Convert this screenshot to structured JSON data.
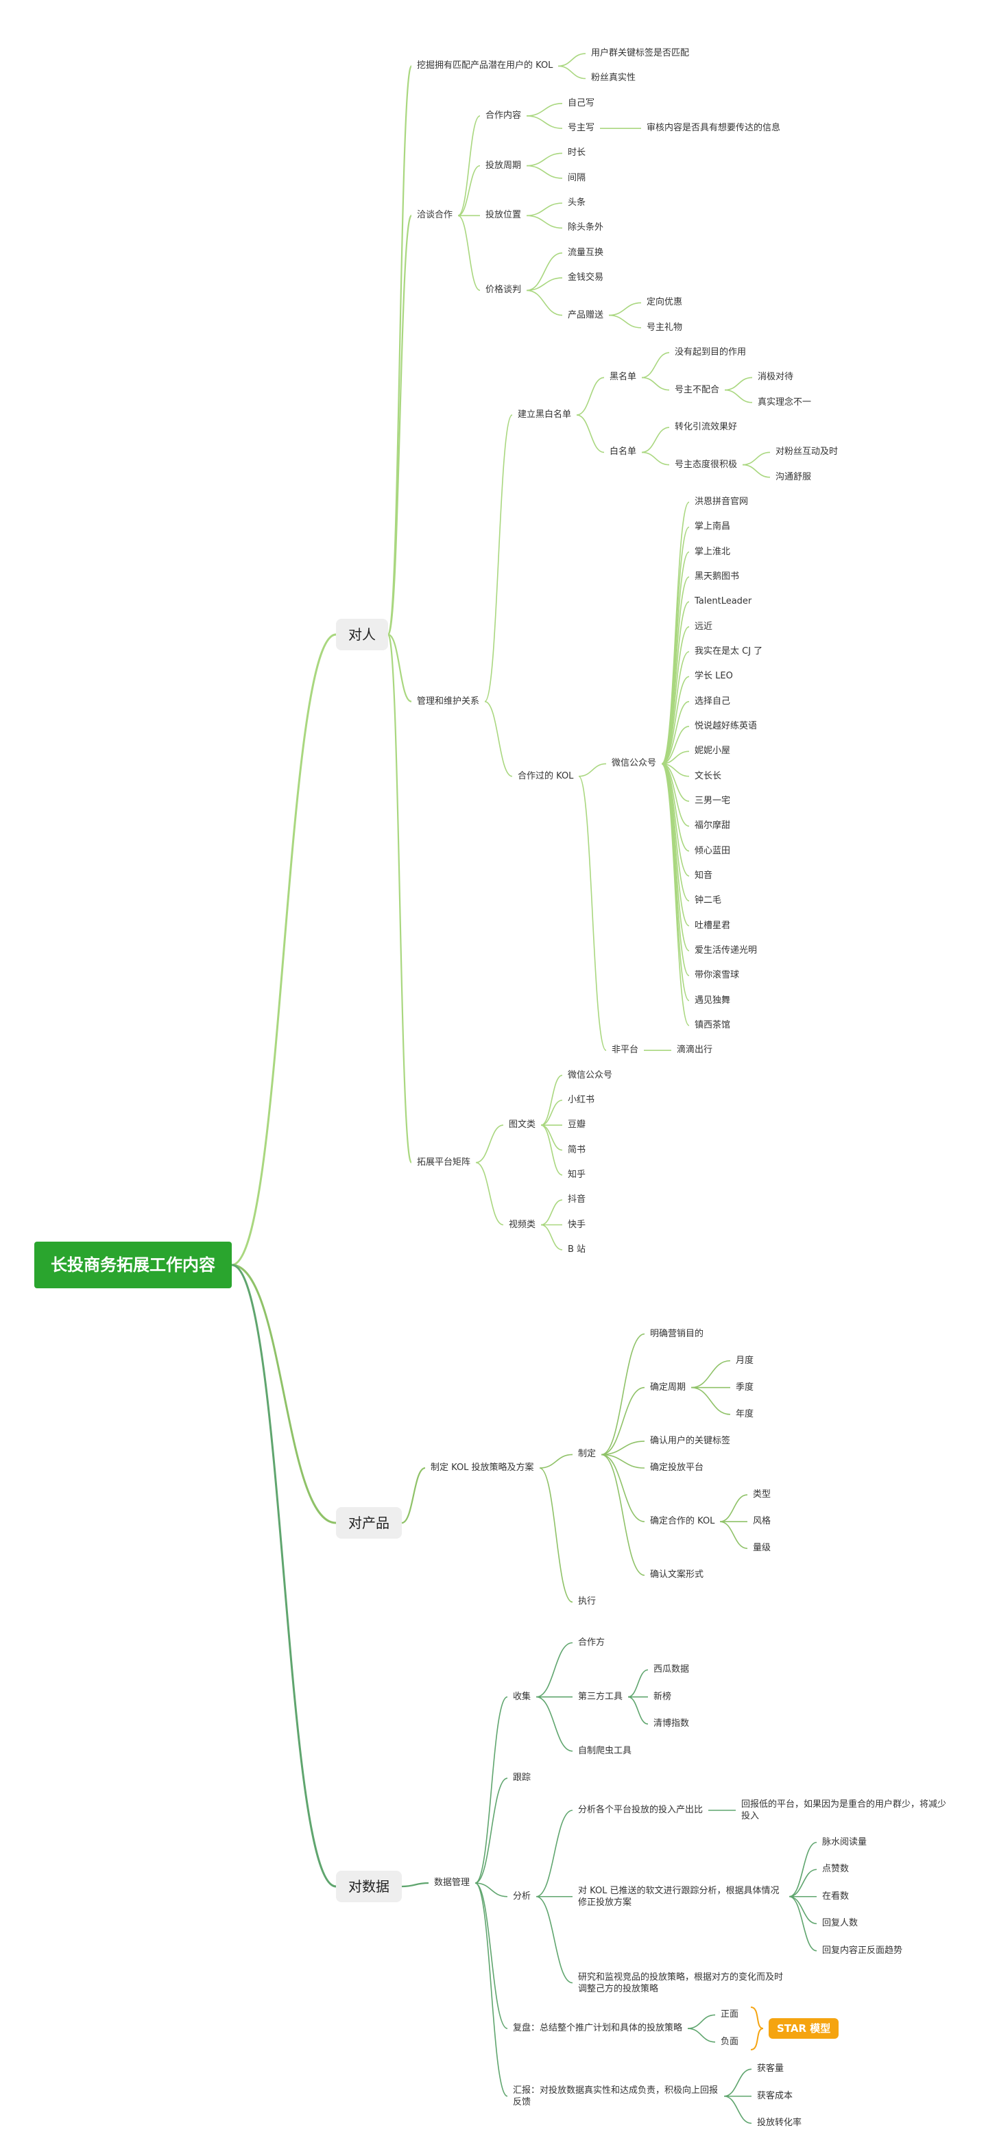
{
  "root": "长投商务拓展工作内容",
  "branches": [
    {
      "label": "对人",
      "children": [
        {
          "label": "挖掘拥有匹配产品潜在用户的 KOL",
          "children": [
            {
              "label": "用户群关键标签是否匹配"
            },
            {
              "label": "粉丝真实性"
            }
          ]
        },
        {
          "label": "洽谈合作",
          "children": [
            {
              "label": "合作内容",
              "children": [
                {
                  "label": "自己写"
                },
                {
                  "label": "号主写",
                  "children": [
                    {
                      "label": "审核内容是否具有想要传达的信息"
                    }
                  ]
                }
              ]
            },
            {
              "label": "投放周期",
              "children": [
                {
                  "label": "时长"
                },
                {
                  "label": "间隔"
                }
              ]
            },
            {
              "label": "投放位置",
              "children": [
                {
                  "label": "头条"
                },
                {
                  "label": "除头条外"
                }
              ]
            },
            {
              "label": "价格谈判",
              "children": [
                {
                  "label": "流量互换"
                },
                {
                  "label": "金钱交易"
                },
                {
                  "label": "产品赠送",
                  "children": [
                    {
                      "label": "定向优惠"
                    },
                    {
                      "label": "号主礼物"
                    }
                  ]
                }
              ]
            }
          ]
        },
        {
          "label": "管理和维护关系",
          "children": [
            {
              "label": "建立黑白名单",
              "children": [
                {
                  "label": "黑名单",
                  "children": [
                    {
                      "label": "没有起到目的作用"
                    },
                    {
                      "label": "号主不配合",
                      "children": [
                        {
                          "label": "消极对待"
                        },
                        {
                          "label": "真实理念不一"
                        }
                      ]
                    }
                  ]
                },
                {
                  "label": "白名单",
                  "children": [
                    {
                      "label": "转化引流效果好"
                    },
                    {
                      "label": "号主态度很积极",
                      "children": [
                        {
                          "label": "对粉丝互动及时"
                        },
                        {
                          "label": "沟通舒服"
                        }
                      ]
                    }
                  ]
                }
              ]
            },
            {
              "label": "合作过的 KOL",
              "children": [
                {
                  "label": "微信公众号",
                  "children": [
                    {
                      "label": "洪恩拼音官网"
                    },
                    {
                      "label": "掌上南昌"
                    },
                    {
                      "label": "掌上淮北"
                    },
                    {
                      "label": "黑天鹅图书"
                    },
                    {
                      "label": "TalentLeader"
                    },
                    {
                      "label": "远近"
                    },
                    {
                      "label": "我实在是太 CJ 了"
                    },
                    {
                      "label": "学长 LEO"
                    },
                    {
                      "label": "选择自己"
                    },
                    {
                      "label": "悦说越好练英语"
                    },
                    {
                      "label": "妮妮小屋"
                    },
                    {
                      "label": "文长长"
                    },
                    {
                      "label": "三男一宅"
                    },
                    {
                      "label": "福尔摩甜"
                    },
                    {
                      "label": "倾心蓝田"
                    },
                    {
                      "label": "知音"
                    },
                    {
                      "label": "钟二毛"
                    },
                    {
                      "label": "吐槽星君"
                    },
                    {
                      "label": "爱生活传递光明"
                    },
                    {
                      "label": "带你滚雪球"
                    },
                    {
                      "label": "遇见独舞"
                    },
                    {
                      "label": "镇西茶馆"
                    }
                  ]
                },
                {
                  "label": "非平台",
                  "children": [
                    {
                      "label": "滴滴出行"
                    }
                  ]
                }
              ]
            }
          ]
        },
        {
          "label": "拓展平台矩阵",
          "children": [
            {
              "label": "图文类",
              "children": [
                {
                  "label": "微信公众号"
                },
                {
                  "label": "小红书"
                },
                {
                  "label": "豆瓣"
                },
                {
                  "label": "简书"
                },
                {
                  "label": "知乎"
                }
              ]
            },
            {
              "label": "视频类",
              "children": [
                {
                  "label": "抖音"
                },
                {
                  "label": "快手"
                },
                {
                  "label": "B 站"
                }
              ]
            }
          ]
        }
      ]
    },
    {
      "label": "对产品",
      "children": [
        {
          "label": "制定 KOL 投放策略及方案",
          "children": [
            {
              "label": "制定",
              "children": [
                {
                  "label": "明确营销目的"
                },
                {
                  "label": "确定周期",
                  "children": [
                    {
                      "label": "月度"
                    },
                    {
                      "label": "季度"
                    },
                    {
                      "label": "年度"
                    }
                  ]
                },
                {
                  "label": "确认用户的关键标签"
                },
                {
                  "label": "确定投放平台"
                },
                {
                  "label": "确定合作的 KOL",
                  "children": [
                    {
                      "label": "类型"
                    },
                    {
                      "label": "风格"
                    },
                    {
                      "label": "量级"
                    }
                  ]
                },
                {
                  "label": "确认文案形式"
                }
              ]
            },
            {
              "label": "执行"
            }
          ]
        }
      ]
    },
    {
      "label": "对数据",
      "children": [
        {
          "label": "数据管理",
          "children": [
            {
              "label": "收集",
              "children": [
                {
                  "label": "合作方"
                },
                {
                  "label": "第三方工具",
                  "children": [
                    {
                      "label": "西瓜数据"
                    },
                    {
                      "label": "新榜"
                    },
                    {
                      "label": "清博指数"
                    }
                  ]
                },
                {
                  "label": "自制爬虫工具"
                }
              ]
            },
            {
              "label": "跟踪"
            },
            {
              "label": "分析",
              "children": [
                {
                  "label": "分析各个平台投放的投入产出比",
                  "children": [
                    {
                      "label": "回报低的平台，如果因为是重合的用户群少，将减少投入"
                    }
                  ]
                },
                {
                  "label": "对 KOL 已推送的软文进行跟踪分析，根据具体情况修正投放方案",
                  "children": [
                    {
                      "label": "脉水阅读量"
                    },
                    {
                      "label": "点赞数"
                    },
                    {
                      "label": "在看数"
                    },
                    {
                      "label": "回复人数"
                    },
                    {
                      "label": "回复内容正反面趋势"
                    }
                  ]
                },
                {
                  "label": "研究和监视竞品的投放策略，根据对方的变化而及时调整己方的投放策略"
                }
              ]
            },
            {
              "label": "复盘：总结整个推广计划和具体的投放策略",
              "children": [
                {
                  "label": "正面"
                },
                {
                  "label": "负面"
                }
              ]
            },
            {
              "label": "汇报：对投放数据真实性和达成负责，积极向上回报反馈",
              "children": [
                {
                  "label": "获客量"
                },
                {
                  "label": "获客成本"
                },
                {
                  "label": "投放转化率"
                }
              ]
            }
          ]
        }
      ]
    }
  ],
  "summary": {
    "label": "STAR 模型"
  },
  "colors": {
    "root": "#2aa52e",
    "branch_person": "#a9d77f",
    "branch_product": "#8fc268",
    "branch_data": "#5fa56e",
    "summary": "#f5a410"
  }
}
